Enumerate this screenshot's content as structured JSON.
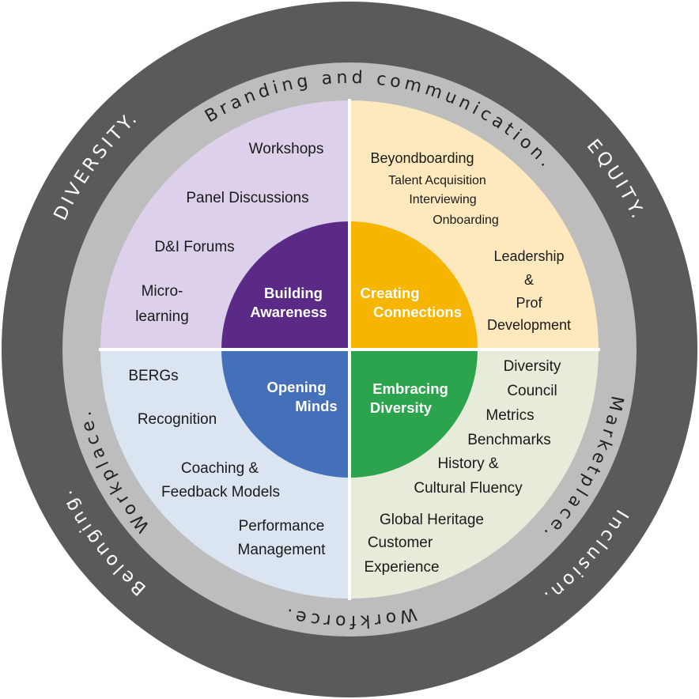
{
  "outer_ring": {
    "top_left": "DIVERSITY.",
    "top_right": "EQUITY.",
    "bottom_right": "Inclusion.",
    "bottom_left": "Belonging."
  },
  "inner_ring": {
    "top": "Branding and communication.",
    "right": "Workplace.",
    "bottom": "Workforce.",
    "left": "Marketplace."
  },
  "center": {
    "top_left": [
      "Building",
      "Awareness"
    ],
    "top_right": [
      "Creating",
      "Connections"
    ],
    "bottom_left": [
      "Opening",
      "Minds"
    ],
    "bottom_right": [
      "Embracing",
      "Diversity"
    ]
  },
  "quadrants": {
    "top_left": [
      "Workshops",
      "Panel Discussions",
      "D&I Forums",
      "Micro-",
      "learning"
    ],
    "top_right": [
      "Beyondboarding",
      "Talent Acquisition",
      "Interviewing",
      "Onboarding",
      "Leadership",
      "&",
      "Prof",
      "Development"
    ],
    "bottom_left": [
      "BERGs",
      "Recognition",
      "Coaching &",
      "Feedback Models",
      "Performance",
      "Management"
    ],
    "bottom_right": [
      "Diversity",
      "Council",
      "Metrics",
      "Benchmarks",
      "History &",
      "Cultural Fluency",
      "Global Heritage",
      "Customer",
      "Experience"
    ]
  },
  "colors": {
    "outer_ring": "#5a5a5a",
    "inner_ring": "#bdbdbd",
    "quadrant_top_left": "#dcd0ea",
    "quadrant_top_right": "#fde9bd",
    "quadrant_bottom_left": "#dbe5f1",
    "quadrant_bottom_right": "#e6ecd9",
    "center_top_left": "#5b2a86",
    "center_top_right": "#f7b500",
    "center_bottom_left": "#4470b9",
    "center_bottom_right": "#2ca44e"
  }
}
